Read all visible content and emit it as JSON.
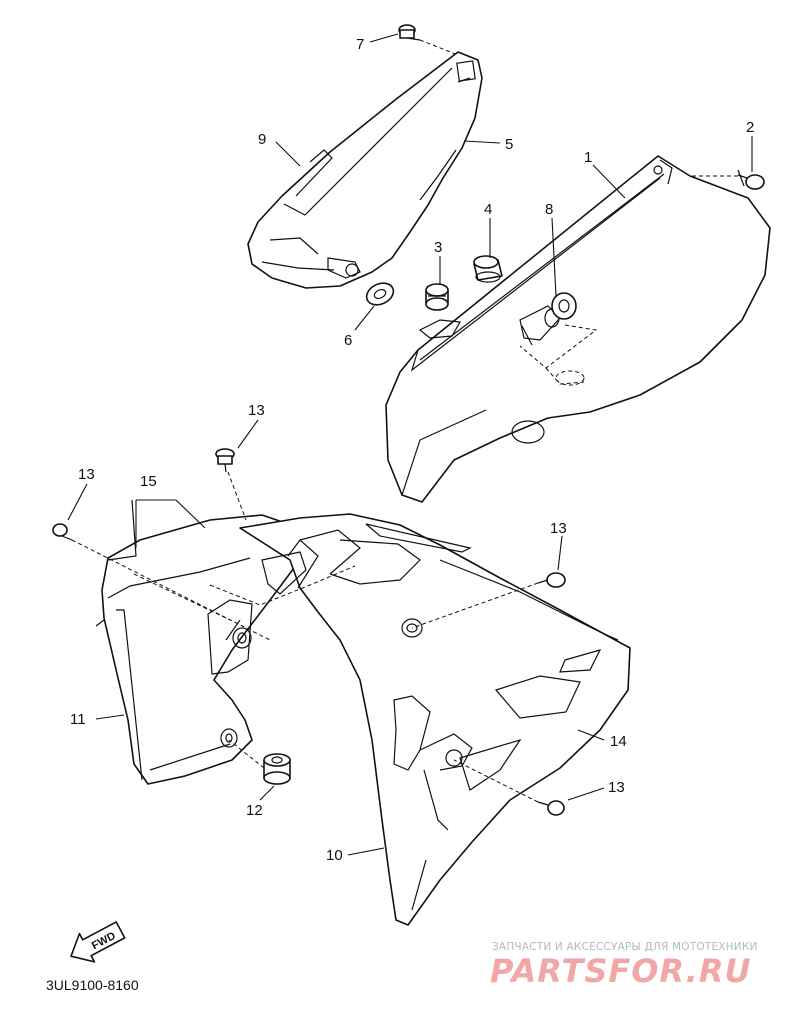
{
  "callouts": [
    {
      "id": "c7",
      "label": "7"
    },
    {
      "id": "c9",
      "label": "9"
    },
    {
      "id": "c5",
      "label": "5"
    },
    {
      "id": "c2",
      "label": "2"
    },
    {
      "id": "c1",
      "label": "1"
    },
    {
      "id": "c4",
      "label": "4"
    },
    {
      "id": "c8",
      "label": "8"
    },
    {
      "id": "c3",
      "label": "3"
    },
    {
      "id": "c6",
      "label": "6"
    },
    {
      "id": "c13a",
      "label": "13"
    },
    {
      "id": "c13b",
      "label": "13"
    },
    {
      "id": "c15",
      "label": "15"
    },
    {
      "id": "c13c",
      "label": "13"
    },
    {
      "id": "c11",
      "label": "11"
    },
    {
      "id": "c14",
      "label": "14"
    },
    {
      "id": "c12",
      "label": "12"
    },
    {
      "id": "c13d",
      "label": "13"
    },
    {
      "id": "c10",
      "label": "10"
    }
  ],
  "diagram_code": "3UL9100-8160",
  "fwd_marker": "FWD",
  "watermark": {
    "tagline": "ЗАПЧАСТИ И АКСЕССУАРЫ ДЛЯ МОТОТЕХНИКИ",
    "brand": "PARTSFOR.RU"
  },
  "colors": {
    "line": "#111111",
    "watermark_brand": "#f2a7a7",
    "watermark_tagline": "#b8b8b8"
  }
}
